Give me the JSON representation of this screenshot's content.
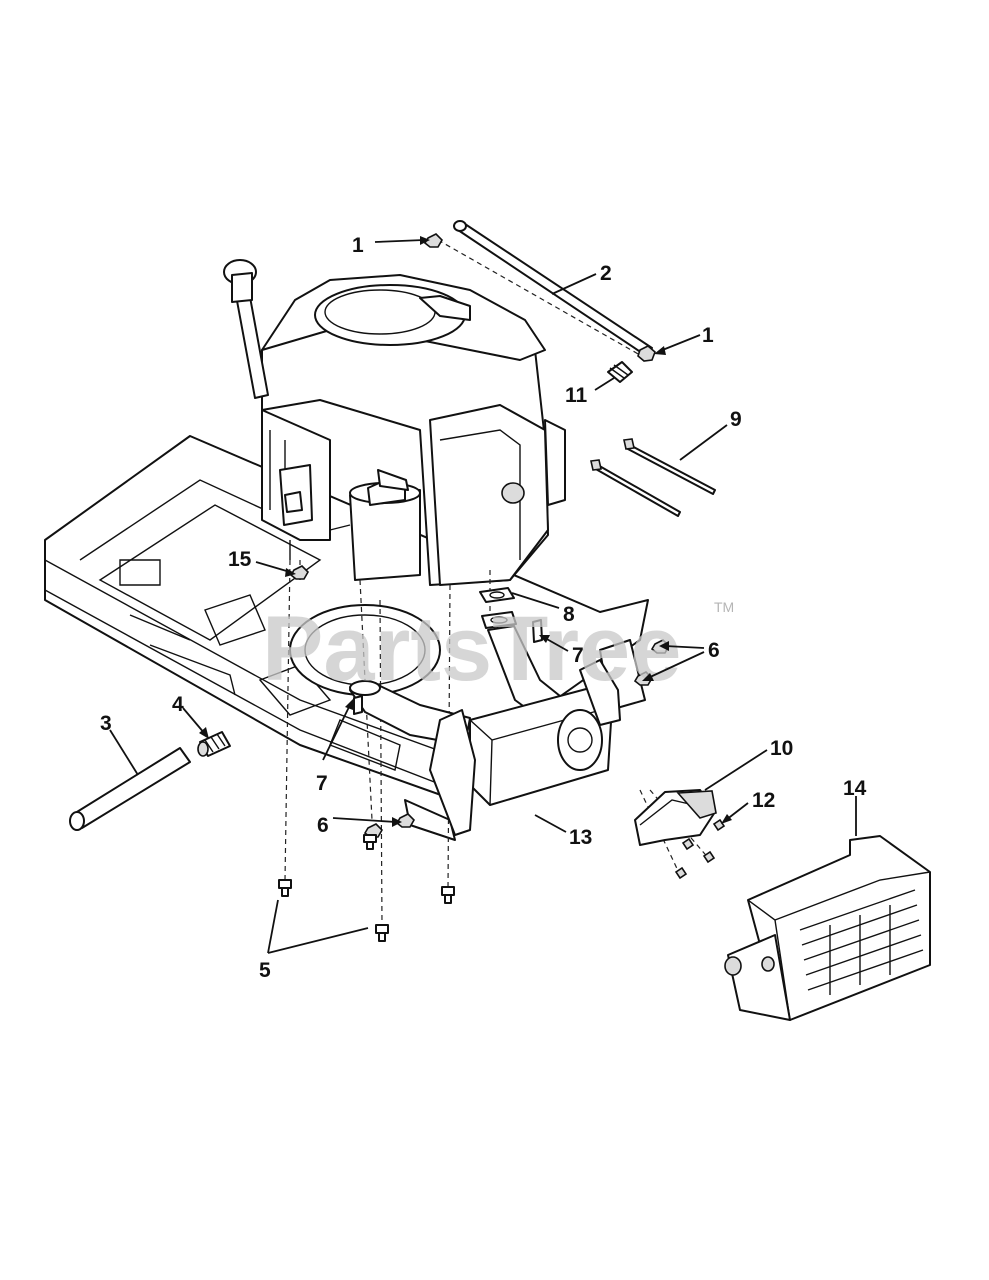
{
  "watermark": {
    "text": "PartsTree",
    "trademark": "TM"
  },
  "callouts": [
    {
      "id": "c1a",
      "label": "1"
    },
    {
      "id": "c2",
      "label": "2"
    },
    {
      "id": "c1b",
      "label": "1"
    },
    {
      "id": "c11",
      "label": "11"
    },
    {
      "id": "c9",
      "label": "9"
    },
    {
      "id": "c15",
      "label": "15"
    },
    {
      "id": "c8",
      "label": "8"
    },
    {
      "id": "c7a",
      "label": "7"
    },
    {
      "id": "c6a",
      "label": "6"
    },
    {
      "id": "c3",
      "label": "3"
    },
    {
      "id": "c4",
      "label": "4"
    },
    {
      "id": "c7b",
      "label": "7"
    },
    {
      "id": "c10",
      "label": "10"
    },
    {
      "id": "c12",
      "label": "12"
    },
    {
      "id": "c14",
      "label": "14"
    },
    {
      "id": "c6b",
      "label": "6"
    },
    {
      "id": "c13",
      "label": "13"
    },
    {
      "id": "c5",
      "label": "5"
    }
  ]
}
